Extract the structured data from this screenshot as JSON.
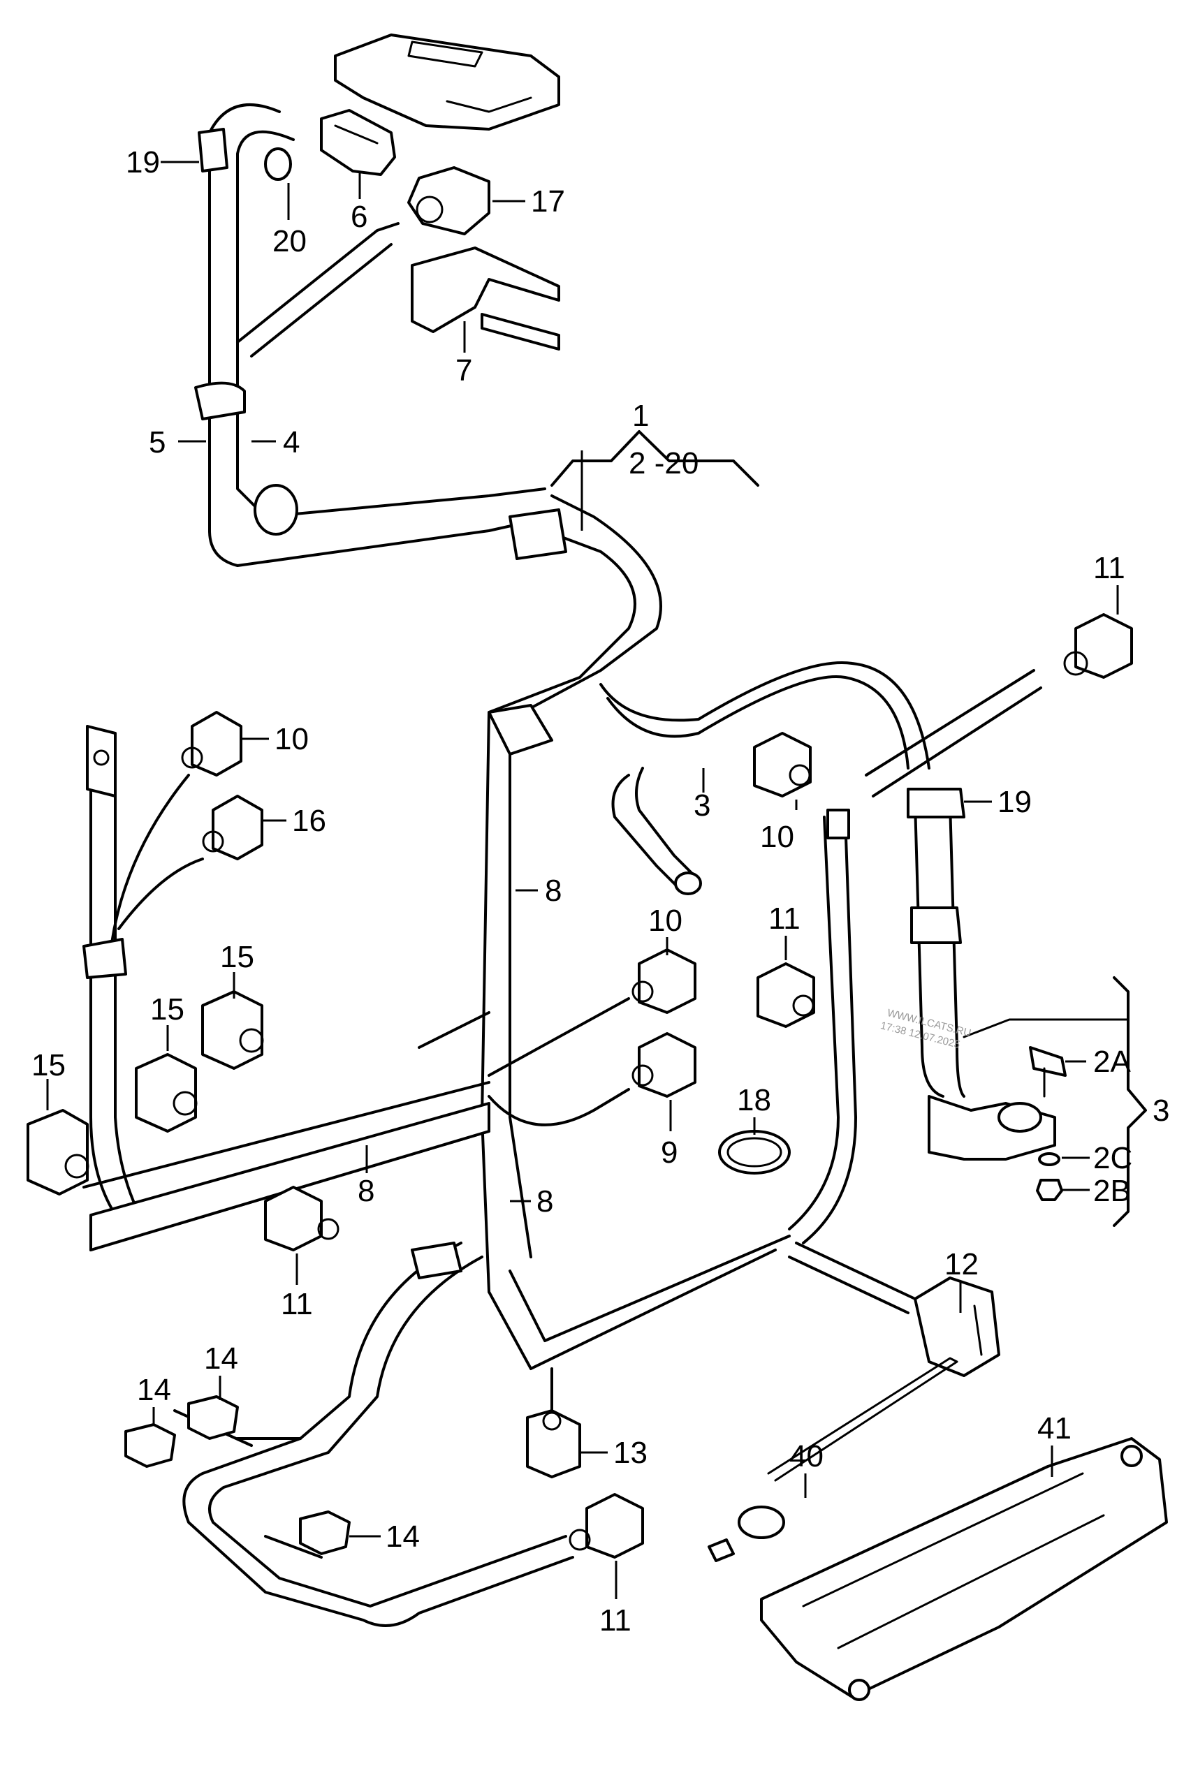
{
  "diagram": {
    "title": "Engine wiring harness parts diagram",
    "watermark": {
      "site": "WWW.ILCATS.RU",
      "timestamp": "17:38 12.07.2025"
    },
    "callouts": {
      "c1": "1",
      "c1_range": "2 -20",
      "c3_group": "3",
      "c2A": "2A",
      "c2B": "2B",
      "c2C": "2C",
      "c3": "3",
      "c4": "4",
      "c5": "5",
      "c6": "6",
      "c7": "7",
      "c8a": "8",
      "c8b": "8",
      "c8c": "8",
      "c9": "9",
      "c10a": "10",
      "c10b": "10",
      "c10c": "10",
      "c11a": "11",
      "c11b": "11",
      "c11c": "11",
      "c11d": "11",
      "c12": "12",
      "c13": "13",
      "c14a": "14",
      "c14b": "14",
      "c14c": "14",
      "c15a": "15",
      "c15b": "15",
      "c15c": "15",
      "c16": "16",
      "c17": "17",
      "c18": "18",
      "c19a": "19",
      "c19b": "19",
      "c20": "20",
      "c40": "40",
      "c41": "41"
    }
  }
}
